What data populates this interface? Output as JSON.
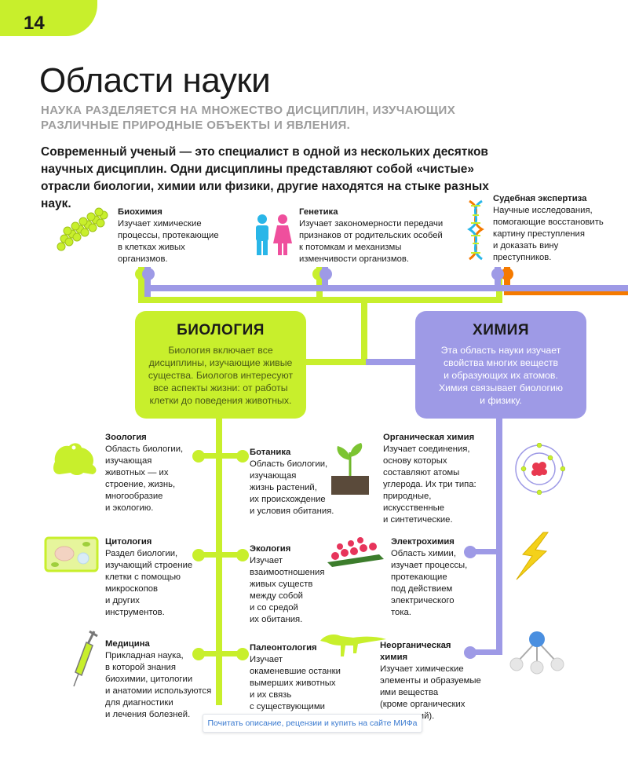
{
  "page_number": "14",
  "title": "Области науки",
  "subtitle": "НАУКА РАЗДЕЛЯЕТСЯ НА МНОЖЕСТВО ДИСЦИПЛИН, ИЗУЧАЮЩИХ РАЗЛИЧНЫЕ ПРИРОДНЫЕ ОБЪЕКТЫ И ЯВЛЕНИЯ.",
  "intro": "Современный ученый — это специалист в одной из нескольких десятков научных дисциплин. Одни дисциплины представляют собой «чистые» отрасли биологии, химии или физики, другие находятся на стыке разных наук.",
  "top": {
    "biochem": {
      "h": "Биохимия",
      "t": "Изучает химические\nпроцессы, протекающие\nв клетках живых\nорганизмов."
    },
    "genetics": {
      "h": "Генетика",
      "t": "Изучает закономерности передачи\nпризнаков от родительских особей\nк потомкам и механизмы\nизменчивости организмов."
    },
    "forensic": {
      "h": "Судебная экспертиза",
      "t": "Научные исследования,\nпомогающие восстановить\nкартину преступления\nи доказать вину\nпреступников."
    }
  },
  "biology": {
    "title": "БИОЛОГИЯ",
    "text": "Биология включает все\nдисциплины, изучающие живые\nсущества. Биологов интересуют\nвсе аспекты жизни: от работы\nклетки до поведения животных."
  },
  "chemistry": {
    "title": "ХИМИЯ",
    "text": "Эта область науки изучает\nсвойства многих веществ\nи образующих их атомов.\nХимия связывает биологию\nи физику."
  },
  "bio_left": {
    "zoology": {
      "h": "Зоология",
      "t": "Область биологии,\nизучающая\nживотных — их\nстроение, жизнь,\nмногообразие\nи экологию."
    },
    "cytology": {
      "h": "Цитология",
      "t": "Раздел биологии,\nизучающий строение\nклетки с помощью\nмикроскопов\nи других\nинструментов."
    },
    "medicine": {
      "h": "Медицина",
      "t": "Прикладная наука,\nв которой знания\nбиохимии, цитологии\nи анатомии используются\nдля диагностики\nи лечения болезней."
    }
  },
  "bio_right": {
    "botany": {
      "h": "Ботаника",
      "t": "Область биологии,\nизучающая\nжизнь растений,\nих происхождение\nи условия обитания."
    },
    "ecology": {
      "h": "Экология",
      "t": "Изучает\nвзаимоотношения\nживых существ\nмежду собой\nи со средой\nих обитания."
    },
    "paleo": {
      "h": "Палеонтология",
      "t": "Изучает\nокаменевшие останки\nвымерших животных\nи их связь\nс существующими\nвидами."
    }
  },
  "chem_sub": {
    "organic": {
      "h": "Органическая химия",
      "t": "Изучает соединения,\nоснову которых\nсоставляют атомы\nуглерода. Их три типа:\nприродные,\nискусственные\nи синтетические."
    },
    "electro": {
      "h": "Электрохимия",
      "t": "Область химии,\nизучает процессы,\nпротекающие\nпод действием\nэлектрического\nтока."
    },
    "inorganic": {
      "h": "Неорганическая\nхимия",
      "t": "Изучает химические\nэлементы и образуемые\nими вещества\n(кроме органических\nсоединений)."
    }
  },
  "footer_link": "Почитать описание, рецензии и купить на сайте МИФа",
  "colors": {
    "biology": "#c8ef2c",
    "chemistry": "#9e9ae6",
    "physics": "#f57a00"
  }
}
